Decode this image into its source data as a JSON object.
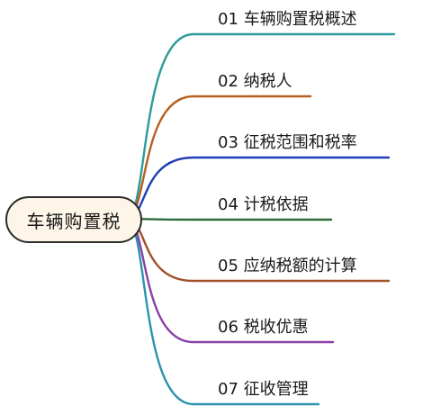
{
  "root": {
    "label": "车辆购置税",
    "fill": "#fdf5e8",
    "border": "#2b2b2b"
  },
  "branches": [
    {
      "label": "01 车辆购置税概述",
      "color": "#2e9a9a"
    },
    {
      "label": "02 纳税人",
      "color": "#b5601e"
    },
    {
      "label": "03 征税范围和税率",
      "color": "#1f3fb5"
    },
    {
      "label": "04 计税依据",
      "color": "#2f6b3a"
    },
    {
      "label": "05 应纳税额的计算",
      "color": "#a2502a"
    },
    {
      "label": "06 税收优惠",
      "color": "#8a3fa6"
    },
    {
      "label": "07 征收管理",
      "color": "#2a93ad"
    }
  ]
}
